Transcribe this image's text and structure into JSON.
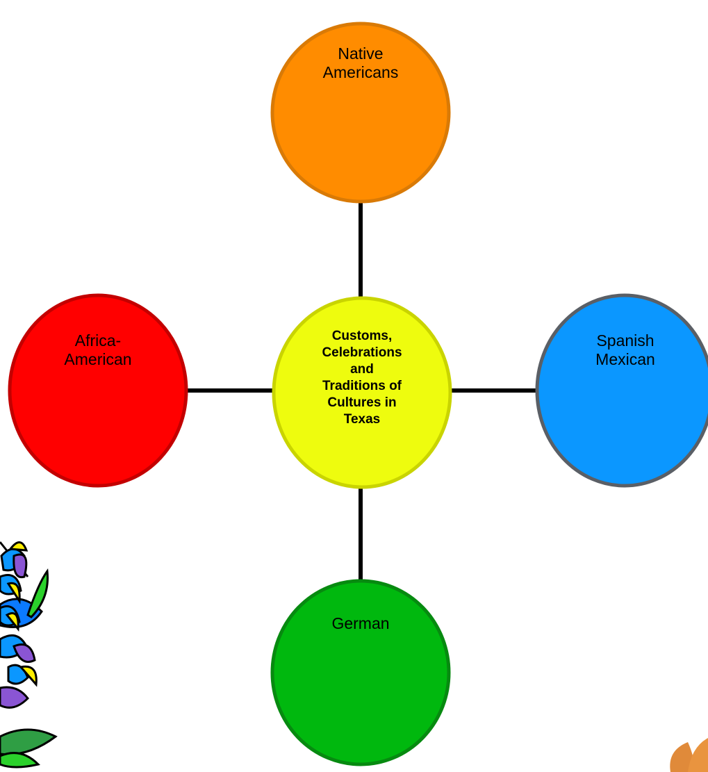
{
  "diagram": {
    "center": {
      "label": "Customs,\nCelebrations\nand\nTraditions of\nCultures in\nTexas",
      "fill": "#eefc0e",
      "stroke": "#c9d400"
    },
    "nodes": {
      "top": {
        "label": "Native\nAmericans",
        "fill": "#ff8c00",
        "stroke": "#d97a06"
      },
      "left": {
        "label": "Africa-\nAmerican",
        "fill": "#ff0000",
        "stroke": "#c30000"
      },
      "right": {
        "label": "Spanish\nMexican",
        "fill": "#0b97ff",
        "stroke": "#5a5f66"
      },
      "bottom": {
        "label": "German",
        "fill": "#00b80e",
        "stroke": "#078a10"
      }
    },
    "connector_color": "#000000"
  },
  "decorations": {
    "left_plant": "bluebonnet-plant-clipart",
    "bottom_right": "orange-leaf-clipart"
  }
}
